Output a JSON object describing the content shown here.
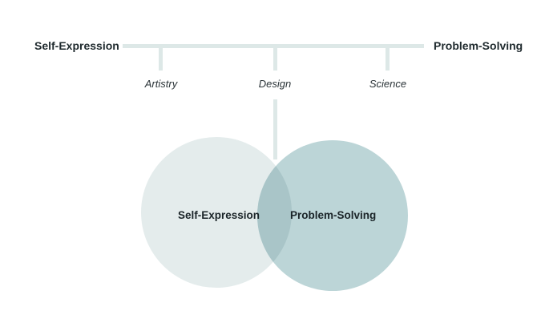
{
  "axis": {
    "left_label": "Self-Expression",
    "right_label": "Problem-Solving",
    "ticks": [
      "Artistry",
      "Design",
      "Science"
    ]
  },
  "venn": {
    "left_label": "Self-Expression",
    "right_label": "Problem-Solving"
  },
  "colors": {
    "axis_line": "#dde8e7",
    "left_circle": "#dde8e7",
    "right_circle": "#b7d3d5",
    "overlap": "#a7c4c6",
    "text": "#1f2a2e"
  }
}
